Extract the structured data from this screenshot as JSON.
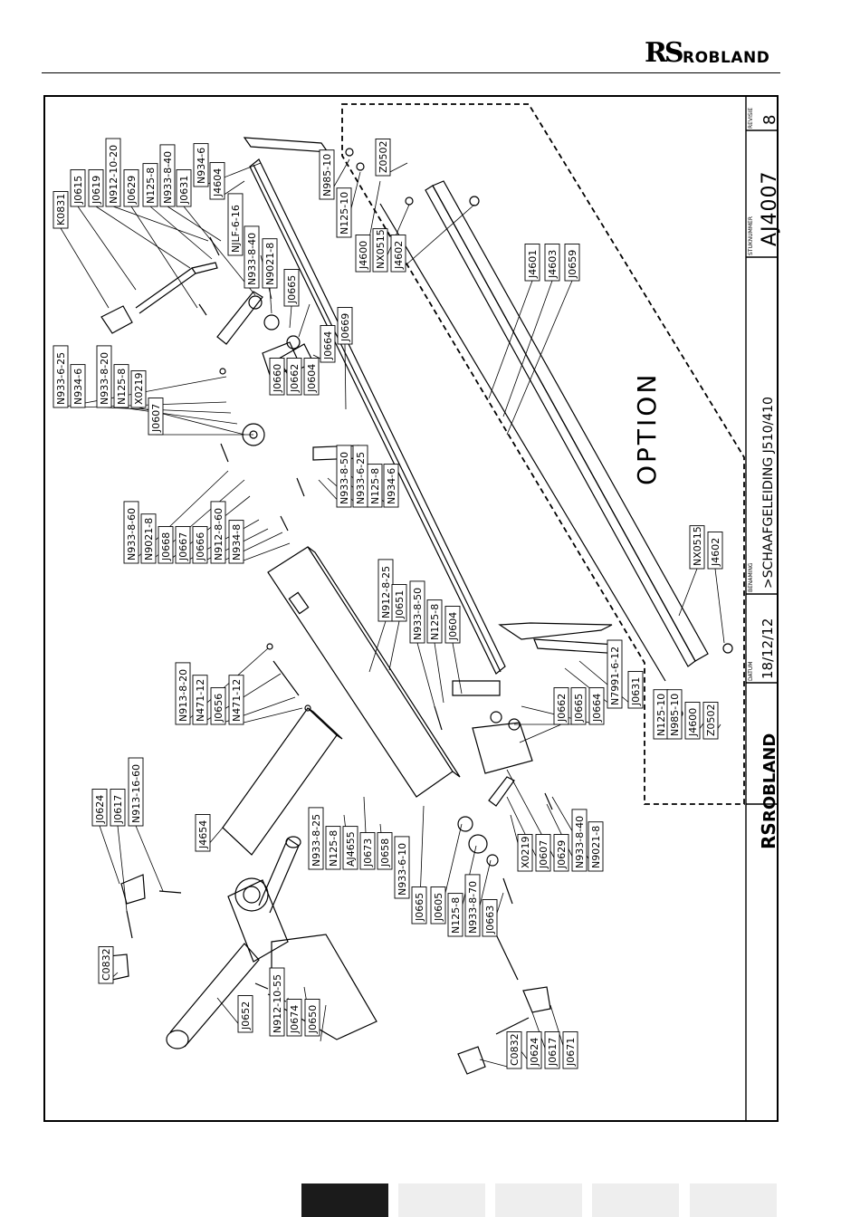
{
  "brand": {
    "mark": "RS",
    "name": "ROBLAND"
  },
  "title_block": {
    "benaming_label": "BENAMING",
    "benaming": ">SCHAAFGELEIDING J510/410",
    "datum_label": "DATUM",
    "datum": "18/12/12",
    "stuknummer_label": "STUKNUMMER",
    "stuknummer": "AJ4007",
    "revisie_label": "REVISIE",
    "revisie": "8",
    "logo_text": "ROBLAND"
  },
  "option_text": "OPTION",
  "part_labels": [
    "K0831",
    "J0615",
    "J0619",
    "N912-10-20",
    "J0629",
    "N125-8",
    "N933-8-40",
    "J0631",
    "N934-6",
    "J4604",
    "NJLF-6-16",
    "N933-8-40",
    "N9021-8",
    "J0665",
    "Z0502",
    "N985-10",
    "N125-10",
    "J4600",
    "NX0515",
    "J4602",
    "J4601",
    "J4603",
    "J0659",
    "N933-6-25",
    "N934-6",
    "N933-8-20",
    "N125-8",
    "X0219",
    "J0607",
    "J0660",
    "J0662",
    "J0604",
    "J0664",
    "J0669",
    "N933-8-50",
    "N933-6-25",
    "N125-8",
    "N934-6",
    "N933-8-60",
    "N9021-8",
    "J0668",
    "J0667",
    "J0666",
    "N912-8-60",
    "N934-8",
    "N912-8-25",
    "J0651",
    "N933-8-50",
    "N125-8",
    "J0604",
    "NX0515",
    "J4602",
    "J0631",
    "N7991-6-12",
    "J0664",
    "J0665",
    "J0662",
    "N125-10",
    "N985-10",
    "J4600",
    "Z0502",
    "N913-8-20",
    "N471-12",
    "J0656",
    "N471-12",
    "J0624",
    "J0617",
    "N913-16-60",
    "J4654",
    "N933-8-25",
    "N125-8",
    "AJ4655",
    "J0673",
    "J0658",
    "N933-6-10",
    "J0665",
    "J0605",
    "N125-8",
    "N933-8-70",
    "J0663",
    "X0219",
    "J0607",
    "J0629",
    "N933-8-40",
    "N9021-8",
    "C0832",
    "J0652",
    "N912-10-55",
    "J0674",
    "J0650",
    "C0832",
    "J0624",
    "J0617",
    "J0671"
  ],
  "colors": {
    "tab_active": "#1b1b1b",
    "tab_inactive": "#eeeeee",
    "line": "#000000"
  }
}
